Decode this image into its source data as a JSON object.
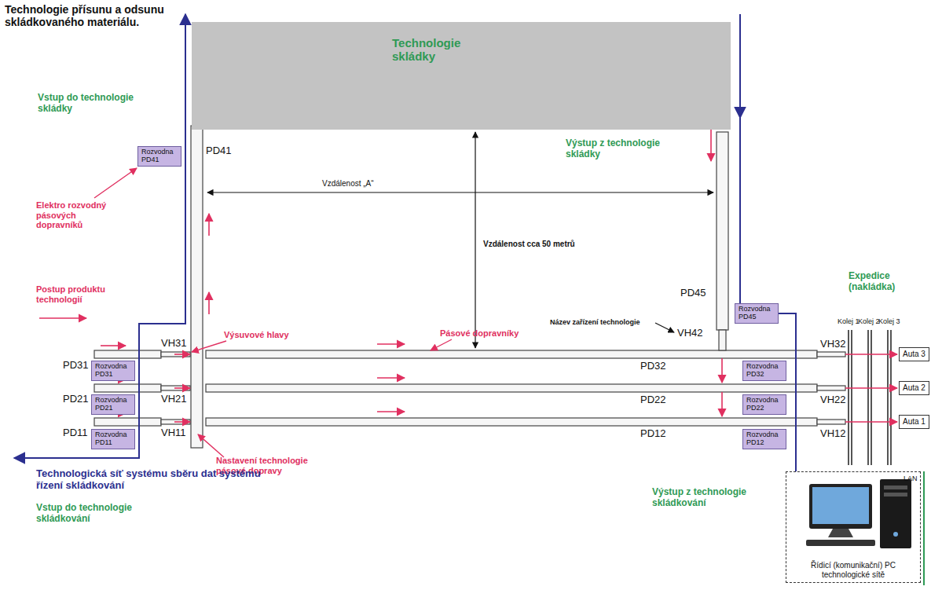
{
  "diagram": {
    "title": "Technologie přísunu a odsunu skládkovaného materiálu.",
    "nodes": [
      {
        "text": [
          "Technologie skládky"
        ]
      },
      {
        "text": [
          "Rozvodna PD41"
        ]
      },
      {
        "text": [
          "Rozvodna PD45"
        ]
      },
      {
        "text": [
          "Rozvodna PD31"
        ]
      },
      {
        "text": [
          "Rozvodna PD21"
        ]
      },
      {
        "text": [
          "Rozvodna PD11"
        ]
      },
      {
        "text": [
          "Rozvodna PD32"
        ]
      },
      {
        "text": [
          "Rozvodna PD22"
        ]
      },
      {
        "text": [
          "Rozvodna PD12"
        ]
      },
      {
        "text": [
          "Auta 3"
        ]
      },
      {
        "text": [
          "Auta 2"
        ]
      },
      {
        "text": [
          "Auta 1"
        ]
      },
      {
        "text": [
          "Řídicí (komunikační) PC technologické sítě"
        ]
      }
    ],
    "edges": [
      {
        "from": 2,
        "to": 12,
        "arrow": "none"
      }
    ],
    "labels": [
      "Vstup do technologie skládky",
      "Elektro rozvodný pásových dopravníků",
      "PD41",
      "Výstup z technologie skládky",
      "Vzdálenost „A“",
      "Vzdálenost cca 50 metrů",
      "Postup produktu technologií",
      "VH31",
      "Výsuvové hlavy",
      "Pásové dopravníky",
      "PD45",
      "Název zařízení technologie",
      "VH42",
      "Expedice (nakládka)",
      "Kolej 1",
      "Kolej 2",
      "Kolej 3",
      "PD31",
      "PD32",
      "VH32",
      "PD21",
      "VH21",
      "PD22",
      "VH22",
      "PD11",
      "VH11",
      "PD12",
      "VH12",
      "Nastavení technologie pásové dopravy",
      "Technologická síť systému sběru dat systému řízení skládkování",
      "Vstup do technologie skládkování",
      "Výstup z technologie skládkování",
      "LAN"
    ]
  }
}
